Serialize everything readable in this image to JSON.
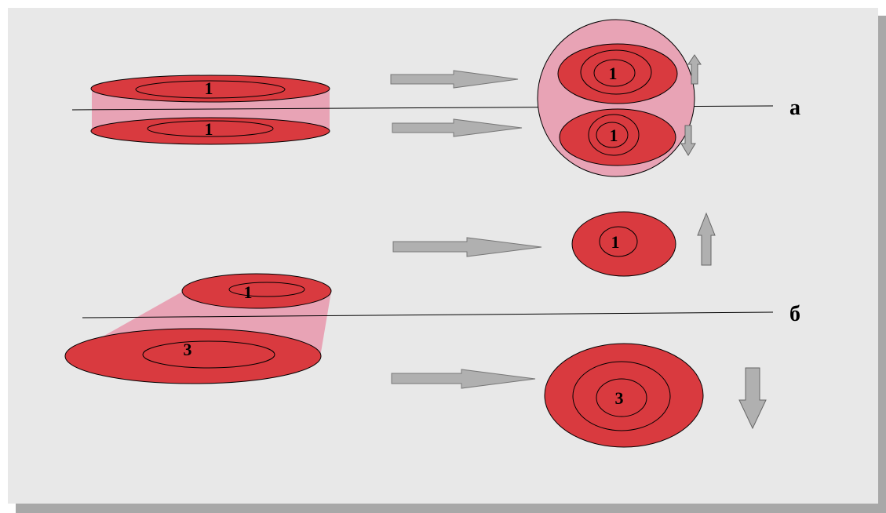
{
  "colors": {
    "page_bg": "#ffffff",
    "panel_bg": "#e8e8e8",
    "panel_shadow": "#a8a8a8",
    "disc_red": "#d93a3f",
    "cylinder_pink": "#e8a3b5",
    "arrow_gray": "#b0b0b0",
    "line": "#000000"
  },
  "diagram": {
    "section_a": {
      "label": "а",
      "cylinder": {
        "top_disc_label": "1",
        "bottom_disc_label": "1"
      },
      "result": {
        "upper_label": "1",
        "lower_label": "1",
        "upper_motion": "up-arrow-icon",
        "lower_motion": "down-arrow-icon"
      }
    },
    "section_b": {
      "label": "б",
      "cone": {
        "top_disc_label": "1",
        "bottom_disc_label": "3"
      },
      "result_upper": {
        "label": "1",
        "motion": "up-arrow-icon"
      },
      "result_lower": {
        "label": "3",
        "motion": "down-arrow-icon"
      }
    }
  }
}
